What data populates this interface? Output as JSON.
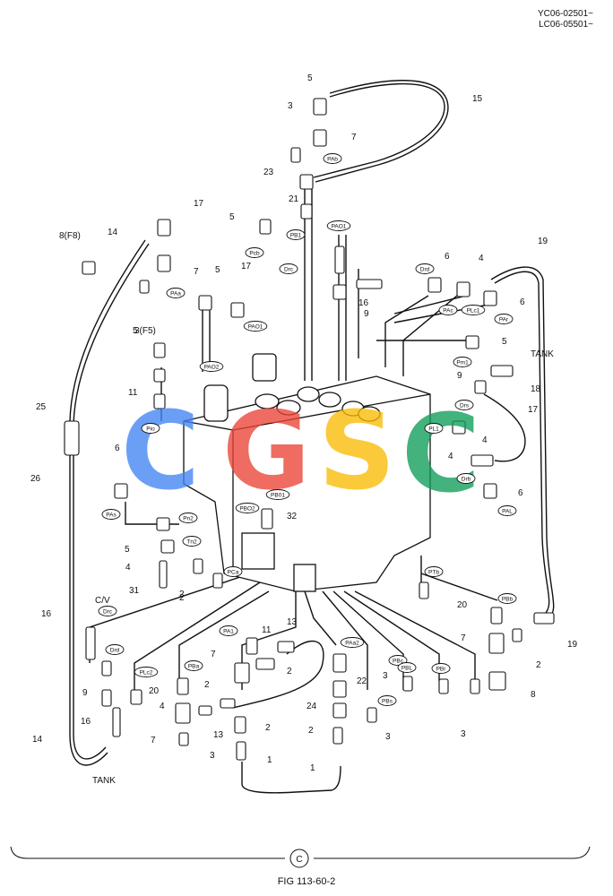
{
  "serials": [
    "YC06-02501~",
    "LC06-05501~"
  ],
  "figure_caption": "FIG 113-60-2",
  "section_mark": "C",
  "watermark": {
    "letters": [
      "C",
      "G",
      "S",
      "C"
    ],
    "colors": [
      "#4285f4",
      "#ea4335",
      "#fbbc05",
      "#0f9d58"
    ]
  },
  "labels": {
    "tank_right": "TANK",
    "tank_bottom": "TANK",
    "check_valve": "C/V",
    "f8": "8(F8)",
    "f5": "3(F5)"
  },
  "tags": [
    "PAb",
    "PB1",
    "PAO1",
    "Pcb",
    "Drc",
    "PAa",
    "PAO1",
    "Drd",
    "PAc",
    "PLc1",
    "PAr",
    "Pm1",
    "PAO2",
    "Drs",
    "PL1",
    "Drb",
    "PAL",
    "Pio",
    "PB01",
    "PBO2",
    "PAs",
    "Pn2",
    "Tn2",
    "PCa",
    "PTb",
    "PBb",
    "Drc",
    "Drd",
    "PA1",
    "PAa2",
    "PLc2",
    "PBa",
    "PBc",
    "PBL",
    "PBr",
    "PBs"
  ],
  "part_numbers": [
    "5",
    "15",
    "3",
    "7",
    "23",
    "21",
    "5",
    "17",
    "5",
    "14",
    "7",
    "5",
    "17",
    "6",
    "4",
    "19",
    "6",
    "16",
    "9",
    "5",
    "3(F5)",
    "9",
    "18",
    "25",
    "11",
    "17",
    "6",
    "4",
    "4",
    "6",
    "26",
    "32",
    "5",
    "4",
    "31",
    "2",
    "2",
    "20",
    "16",
    "11",
    "13",
    "7",
    "7",
    "2",
    "19",
    "2",
    "9",
    "3",
    "22",
    "20",
    "2",
    "8",
    "16",
    "4",
    "24",
    "2",
    "14",
    "7",
    "13",
    "2",
    "3",
    "3",
    "1",
    "1",
    "3"
  ]
}
